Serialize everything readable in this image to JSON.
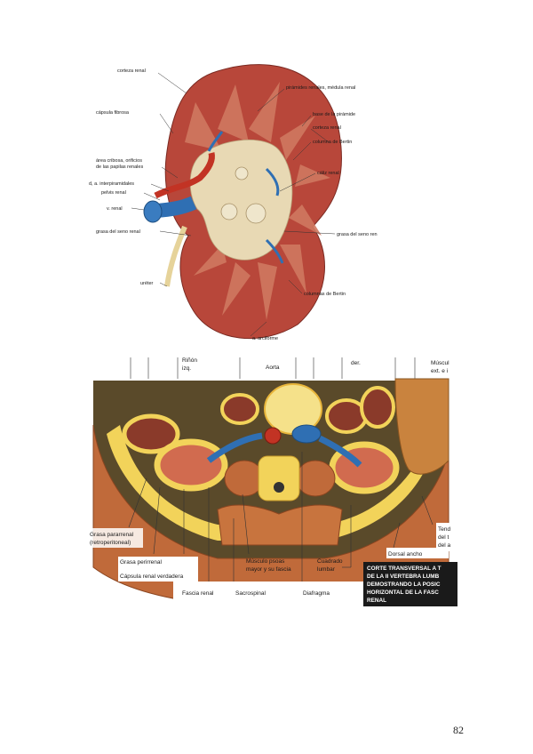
{
  "figure1": {
    "labels": {
      "corteza_renal_top": "corteza renal",
      "capsula_fibrosa": "cápsula fibrosa",
      "area_cribosa_1": "área cribosa, orificios",
      "area_cribosa_2": "de las papilas renales",
      "a_interpiramidales": "d, a. interpiramidales",
      "pelvis_renal": "pelvis renal",
      "v_renal": "v. renal",
      "grasa_seno_left": "grasa del seno renal",
      "ureter": "uréter",
      "piramides": "pirámides renales, médula renal",
      "base_piramide": "base de la pirámide",
      "corteza_renal_right": "corteza renal",
      "columna_bertin": "columna de Bertin",
      "caliz_renal": "cáliz renal",
      "grasa_seno_right": "grasa del seno ren",
      "columnas_bertin": "columnas de Bertin",
      "a_arciforme": "a. arciforme"
    }
  },
  "figure2": {
    "top_labels": {
      "rinon_izq_1": "Riñón",
      "rinon_izq_2": "izq.",
      "aorta": "Aorta",
      "der": "der.",
      "musculo_1": "Múscul",
      "musculo_2": "ext. e i"
    },
    "bottom_labels": {
      "grasa_pararrenal_1": "Grasa pararrenal",
      "grasa_pararrenal_2": "(retroperitoneal)",
      "grasa_perirrenal": "Grasa perirrenal",
      "capsula_verdadera": "Cápsula renal verdadera",
      "fascia_renal": "Fascia renal",
      "musculo_psoas_1": "Músculo psoas",
      "musculo_psoas_2": "mayor y su fascia",
      "sacrospinal": "Sacrospinal",
      "cuadrado_1": "Cuadrado",
      "cuadrado_2": "lumbar",
      "diafragma": "Diafragma",
      "dorsal_ancho": "Dorsal ancho",
      "tend_1": "Tend",
      "tend_2": "del t",
      "tend_3": "del a"
    },
    "caption": [
      "CORTE TRANSVERSAL A T",
      "DE LA II VERTEBRA LUMB",
      "DEMOSTRANDO LA POSIC",
      "HORIZONTAL DE LA FASC",
      "RENAL"
    ]
  },
  "page_number": "82",
  "colors": {
    "cortex": "#b8473a",
    "medulla": "#c96a55",
    "sinus_fat": "#e8d9b4",
    "vein": "#2f6fb3",
    "artery": "#c23324",
    "fat": "#f2d35a",
    "muscle": "#c06a3a",
    "caption_bg": "#1a1a1a"
  }
}
